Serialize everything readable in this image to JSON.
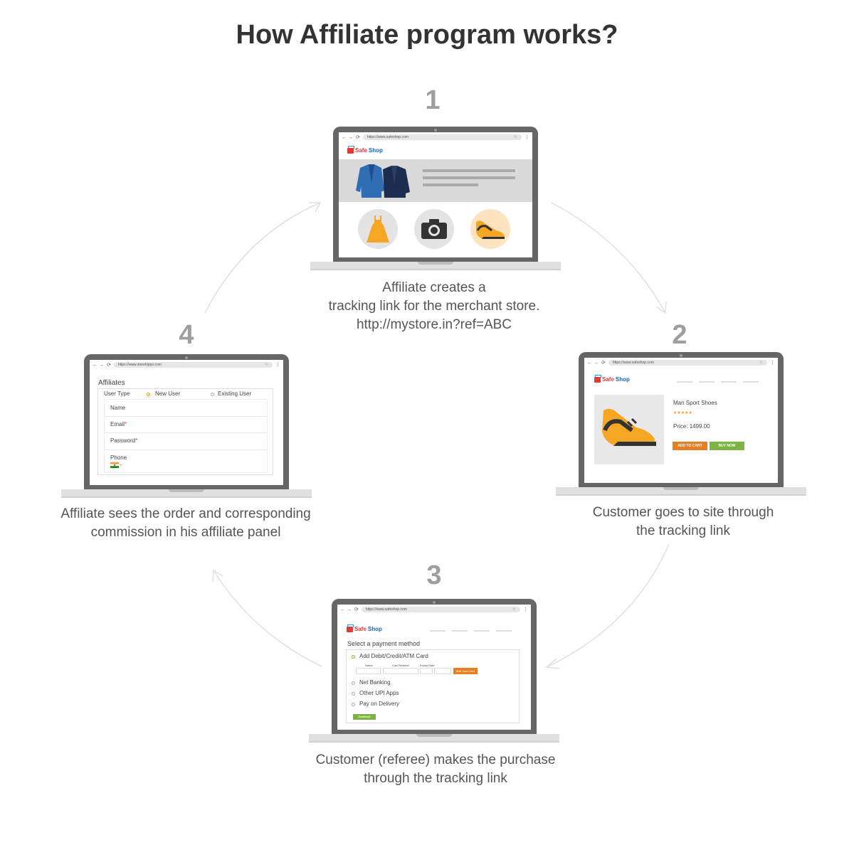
{
  "title": "How Affiliate program works?",
  "steps": [
    {
      "number": "1",
      "caption": [
        "Affiliate creates a",
        "tracking link for the merchant store.",
        "http://mystore.in?ref=ABC"
      ],
      "url": "https://www.safeshop.com"
    },
    {
      "number": "2",
      "caption": [
        "Customer goes to site through",
        "the tracking link"
      ],
      "url": "https://www.safeshop.com",
      "product": {
        "name": "Man Sport Shoes",
        "rating": "★★★★★",
        "price_label": "Price:",
        "price": "1499.00",
        "add_to_cart": "ADD TO CART",
        "buy_now": "BUY NOW"
      }
    },
    {
      "number": "3",
      "caption": [
        "Customer (referee) makes the purchase",
        "through the tracking link"
      ],
      "url": "https://www.safeshop.com",
      "payment": {
        "heading": "Select a payment method",
        "card_option": "Add Debit/Credit/ATM Card",
        "card_fields": [
          "Name",
          "Card Number",
          "Expiry Date"
        ],
        "add_card_button": "Add Your Card",
        "options": [
          "Net Banking",
          "Other UPI Apps",
          "Pay on Delivery"
        ],
        "continue_button": "Continue"
      }
    },
    {
      "number": "4",
      "caption": [
        "Affiliate sees the order and corresponding",
        "commission in his affiliate panel"
      ],
      "url": "https://www.storehippo.com",
      "form": {
        "heading": "Affiliates",
        "user_type_label": "User Type",
        "new_user": "New User",
        "existing_user": "Existing User",
        "name_label": "Name",
        "email_label": "Email",
        "password_label": "Password",
        "phone_label": "Phone",
        "required_mark": "*"
      }
    }
  ],
  "logo": {
    "safe": "Safe",
    "shop": "Shop"
  },
  "colors": {
    "laptop": "#666666",
    "orange": "#f0a020",
    "green": "#8bc34a",
    "logo_red": "#e53935",
    "logo_blue": "#1565c0",
    "banner": "#d9d9d9",
    "arrow": "#e0e0e0"
  },
  "icons": [
    "blazer-icon",
    "dress-icon",
    "camera-icon",
    "shoe-icon",
    "india-flag-icon"
  ]
}
